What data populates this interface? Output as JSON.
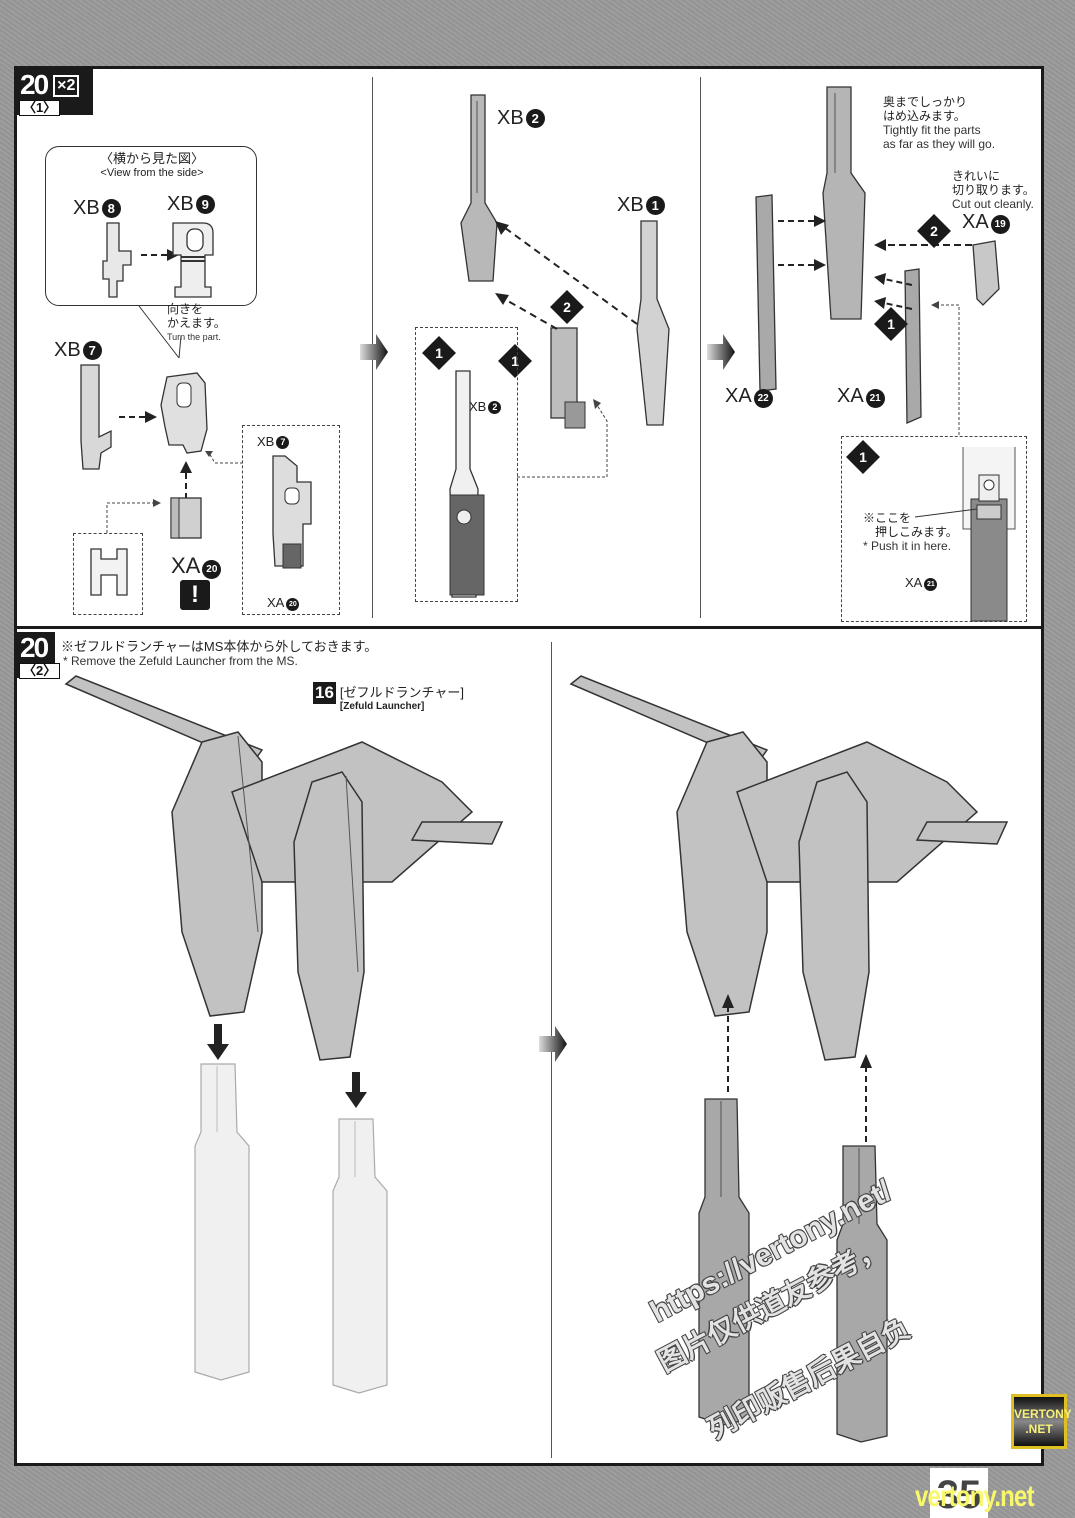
{
  "step1": {
    "number": "20",
    "sub": "〈1〉",
    "multiplier": "×2",
    "side_view_box": {
      "title_jp": "〈横から見た図〉",
      "title_en": "<View from the side>",
      "parts": [
        {
          "code": "XB",
          "num": "8"
        },
        {
          "code": "XB",
          "num": "9"
        }
      ],
      "turn_note_jp_1": "向きを",
      "turn_note_jp_2": "かえます。",
      "turn_note_en": "Turn the part."
    },
    "part_xb7": {
      "code": "XB",
      "num": "7"
    },
    "part_xa20": {
      "code": "XA",
      "num": "20"
    },
    "warning_mark": "!",
    "detail_box": {
      "labels": [
        {
          "code": "XB",
          "num": "7"
        },
        {
          "code": "XA",
          "num": "20"
        }
      ]
    },
    "panel2": {
      "parts": [
        {
          "code": "XB",
          "num": "2"
        },
        {
          "code": "XB",
          "num": "1"
        }
      ],
      "order_markers": [
        "2",
        "1"
      ],
      "detail_marker": "1",
      "detail_label": {
        "code": "XB",
        "num": "2"
      }
    },
    "panel3": {
      "note_fit_jp_1": "奥までしっかり",
      "note_fit_jp_2": "はめ込みます。",
      "note_fit_en_1": "Tightly fit the parts",
      "note_fit_en_2": "as far as they will go.",
      "note_cut_jp_1": "きれいに",
      "note_cut_jp_2": "切り取ります。",
      "note_cut_en": "Cut out cleanly.",
      "parts": [
        {
          "code": "XA",
          "num": "19"
        },
        {
          "code": "XA",
          "num": "22"
        },
        {
          "code": "XA",
          "num": "21"
        }
      ],
      "order_markers": [
        "2",
        "1"
      ],
      "detail_box": {
        "marker": "1",
        "note_jp_1": "※ここを",
        "note_jp_2": "押しこみます。",
        "note_en": "* Push it in here.",
        "label": {
          "code": "XA",
          "num": "21"
        }
      }
    }
  },
  "step2": {
    "number": "20",
    "sub": "〈2〉",
    "note_jp": "※ゼフルドランチャーはMS本体から外しておきます。",
    "note_en": "* Remove the Zefuld Launcher from the MS.",
    "ref_number": "16",
    "ref_label_jp": "[ゼフルドランチャー]",
    "ref_label_en": "[Zefuld Launcher]"
  },
  "watermark": {
    "url": "https://vertony.net/",
    "line_cn_1": "图片仅供道友参考，",
    "line_cn_2": "列印贩售后果自负",
    "badge_line_1": "VERTONY",
    "badge_line_2": ".NET",
    "footer": "vertony.net"
  },
  "page_number": "35"
}
